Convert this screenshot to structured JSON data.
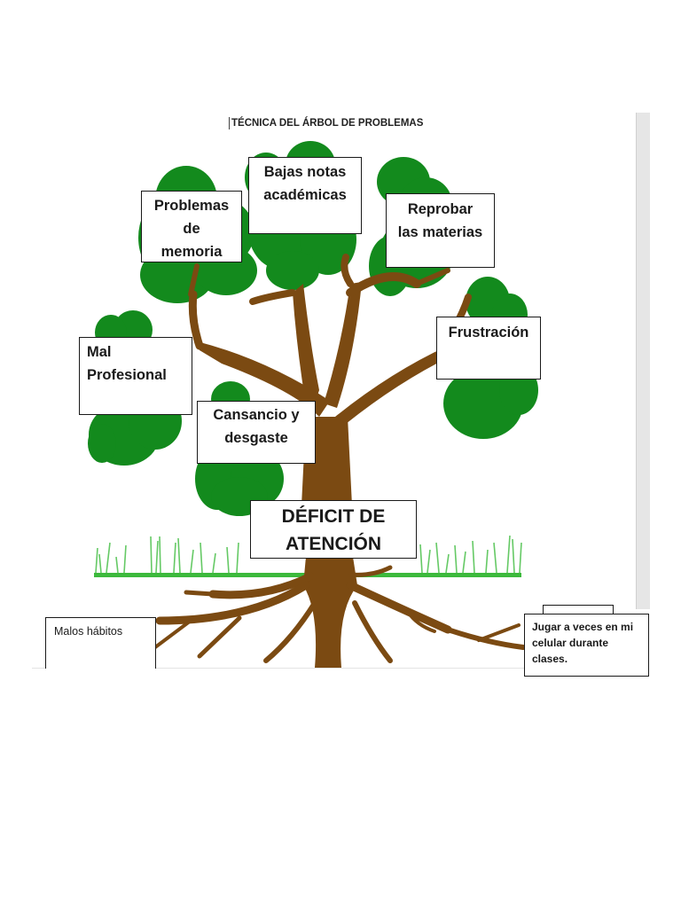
{
  "title": "TÉCNICA DEL ÁRBOL DE PROBLEMAS",
  "core_problem": {
    "line1": "DÉFICIT DE",
    "line2": "ATENCIÓN"
  },
  "effects": {
    "bajas_notas": {
      "line1": "Bajas notas",
      "line2": "académicas"
    },
    "problemas_memoria": {
      "line1": "Problemas",
      "line2": "de",
      "line3": "memoria"
    },
    "reprobar": {
      "line1": "Reprobar",
      "line2": "las materias"
    },
    "mal_profesional": {
      "line1": "Mal",
      "line2": "Profesional"
    },
    "frustracion": {
      "line1": "Frustración"
    },
    "cansancio": {
      "line1": "Cansancio y",
      "line2": "desgaste"
    }
  },
  "causes": {
    "malos_habitos": "Malos hábitos",
    "jugar": {
      "line1": "Jugar a veces en mi",
      "line2": "celular durante",
      "line3": "clases."
    }
  },
  "colors": {
    "foliage": "#138a1d",
    "foliage_dark": "#0e7216",
    "trunk": "#7b4a12",
    "grass": "#3cb93c"
  }
}
